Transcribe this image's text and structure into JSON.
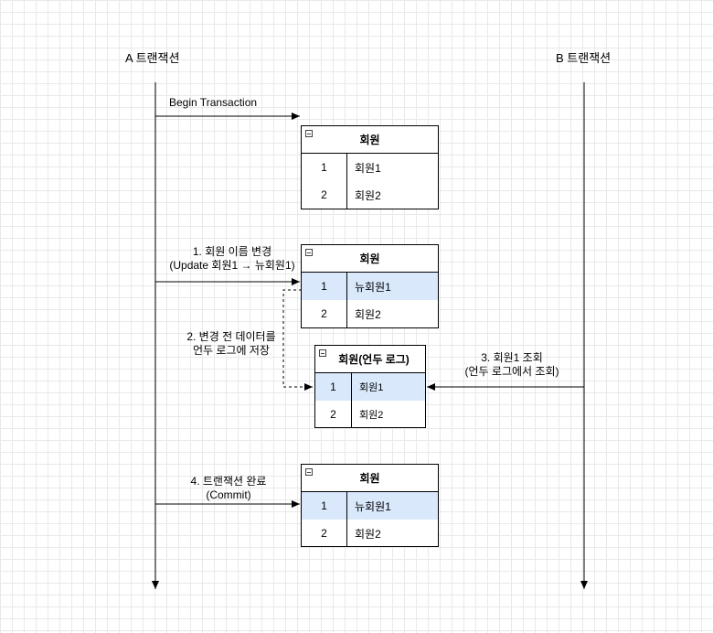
{
  "lanes": {
    "a_title": "A 트랜잭션",
    "b_title": "B 트랜잭션"
  },
  "labels": {
    "begin": "Begin Transaction",
    "step1_line1": "1. 회원 이름 변경",
    "step1_line2": "(Update 회원1 → 뉴회원1)",
    "step2_line1": "2. 변경 전 데이터를",
    "step2_line2": "언두 로그에 저장",
    "step3_line1": "3. 회원1 조회",
    "step3_line2": "(언두 로그에서 조회)",
    "step4_line1": "4. 트랜잭션 완료",
    "step4_line2": "(Commit)"
  },
  "tables": {
    "t1": {
      "title": "회원",
      "rows": [
        {
          "id": "1",
          "name": "회원1"
        },
        {
          "id": "2",
          "name": "회원2"
        }
      ]
    },
    "t2": {
      "title": "회원",
      "rows": [
        {
          "id": "1",
          "name": "뉴회원1"
        },
        {
          "id": "2",
          "name": "회원2"
        }
      ]
    },
    "undo": {
      "title": "회원(언두 로그)",
      "rows": [
        {
          "id": "1",
          "name": "회원1"
        },
        {
          "id": "2",
          "name": "회원2"
        }
      ]
    },
    "t3": {
      "title": "회원",
      "rows": [
        {
          "id": "1",
          "name": "뉴회원1"
        },
        {
          "id": "2",
          "name": "회원2"
        }
      ]
    }
  },
  "colors": {
    "highlight": "#dae8fc",
    "grid": "#e9e9e9",
    "line": "#000000"
  }
}
